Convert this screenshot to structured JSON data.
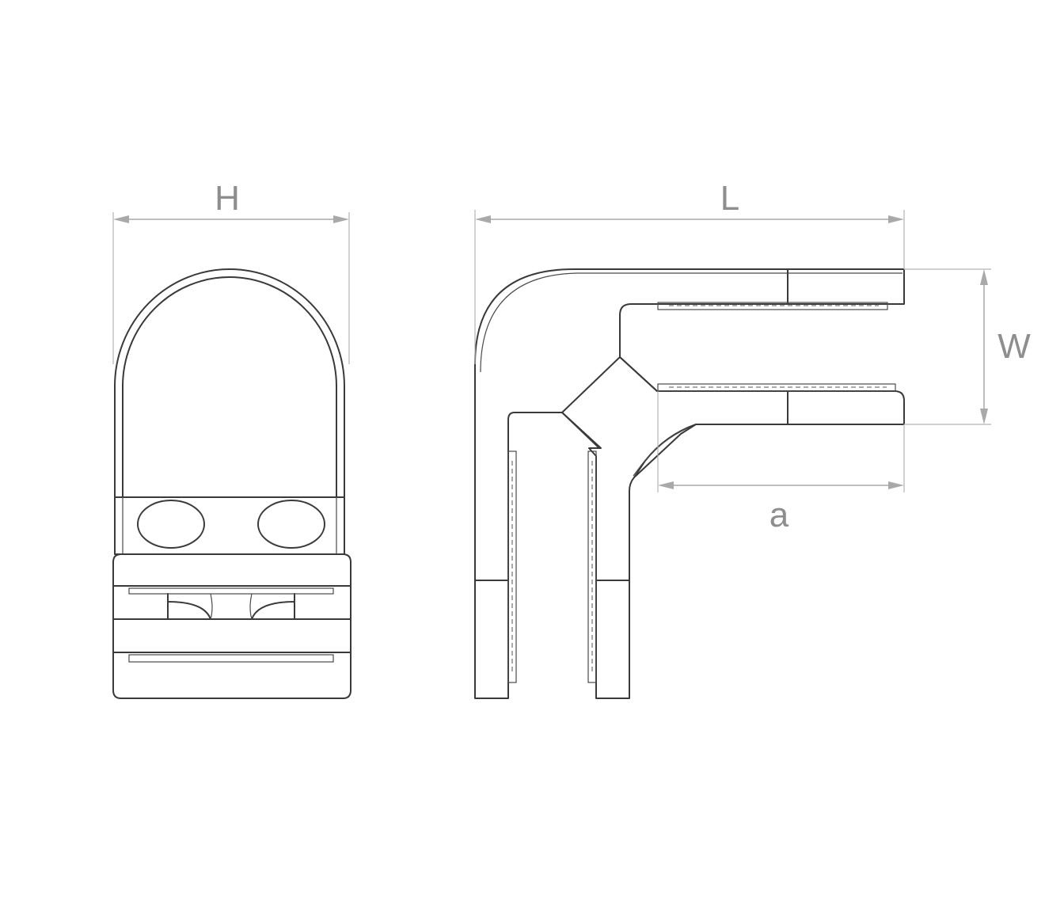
{
  "dimensions": {
    "height_label": "H",
    "length_label": "L",
    "width_label": "W",
    "glass_depth_label": "a"
  }
}
